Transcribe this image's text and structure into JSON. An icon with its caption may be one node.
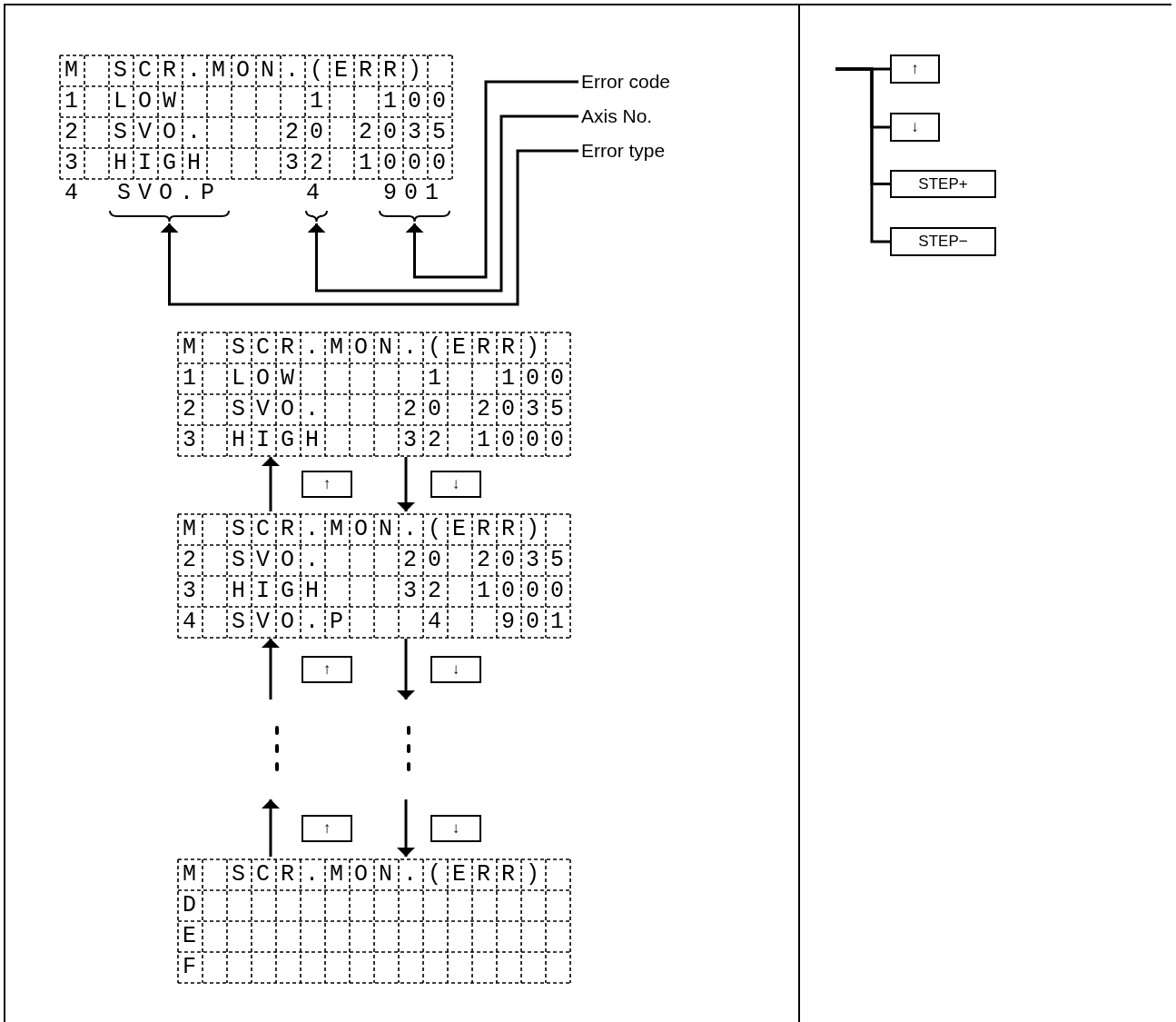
{
  "diagram": {
    "nodes": [
      {
        "text": [
          "M SCR.MON.(ERR)",
          "1 LOW 1 100",
          "2 SVO. 20 2035",
          "3 HIGH 32 1000"
        ]
      },
      {
        "text": [
          "SVO.P"
        ]
      },
      {
        "text": [
          "4"
        ]
      },
      {
        "text": [
          "901"
        ]
      },
      {
        "text": [
          "Error code"
        ]
      },
      {
        "text": [
          "Axis No."
        ]
      },
      {
        "text": [
          "Error type"
        ]
      },
      {
        "text": [
          "↑"
        ]
      },
      {
        "text": [
          "↓"
        ]
      },
      {
        "text": [
          "STEP+"
        ]
      },
      {
        "text": [
          "STEP−"
        ]
      },
      {
        "text": [
          "M SCR.MON.(ERR)",
          "1 LOW 1 100",
          "2 SVO. 20 2035",
          "3 HIGH 32 1000"
        ]
      },
      {
        "text": [
          "M SCR.MON.(ERR)",
          "2 SVO. 20 2035",
          "3 HIGH 32 1000",
          "4 SVO.P 4 901"
        ]
      },
      {
        "text": [
          "M SCR.MON.(ERR)",
          "D",
          "E",
          "F"
        ]
      }
    ],
    "edges": [
      {
        "from": 4,
        "to": 3,
        "arrow": "to"
      },
      {
        "from": 5,
        "to": 2,
        "arrow": "to"
      },
      {
        "from": 6,
        "to": 1,
        "arrow": "to"
      },
      {
        "from": null,
        "to": 7,
        "arrow": "none"
      },
      {
        "from": null,
        "to": 8,
        "arrow": "none"
      },
      {
        "from": null,
        "to": 9,
        "arrow": "none"
      },
      {
        "from": null,
        "to": 10,
        "arrow": "none"
      },
      {
        "from": 12,
        "to": 11,
        "arrow": "to",
        "label": "↑"
      },
      {
        "from": 11,
        "to": 12,
        "arrow": "to",
        "label": "↓"
      },
      {
        "from": null,
        "to": 12,
        "arrow": "to",
        "label": "↑"
      },
      {
        "from": 12,
        "to": null,
        "arrow": "to",
        "label": "↓"
      },
      {
        "from": 13,
        "to": null,
        "arrow": "to",
        "label": "↑"
      },
      {
        "from": null,
        "to": 13,
        "arrow": "to",
        "label": "↓"
      }
    ],
    "labels": [
      "4"
    ]
  }
}
